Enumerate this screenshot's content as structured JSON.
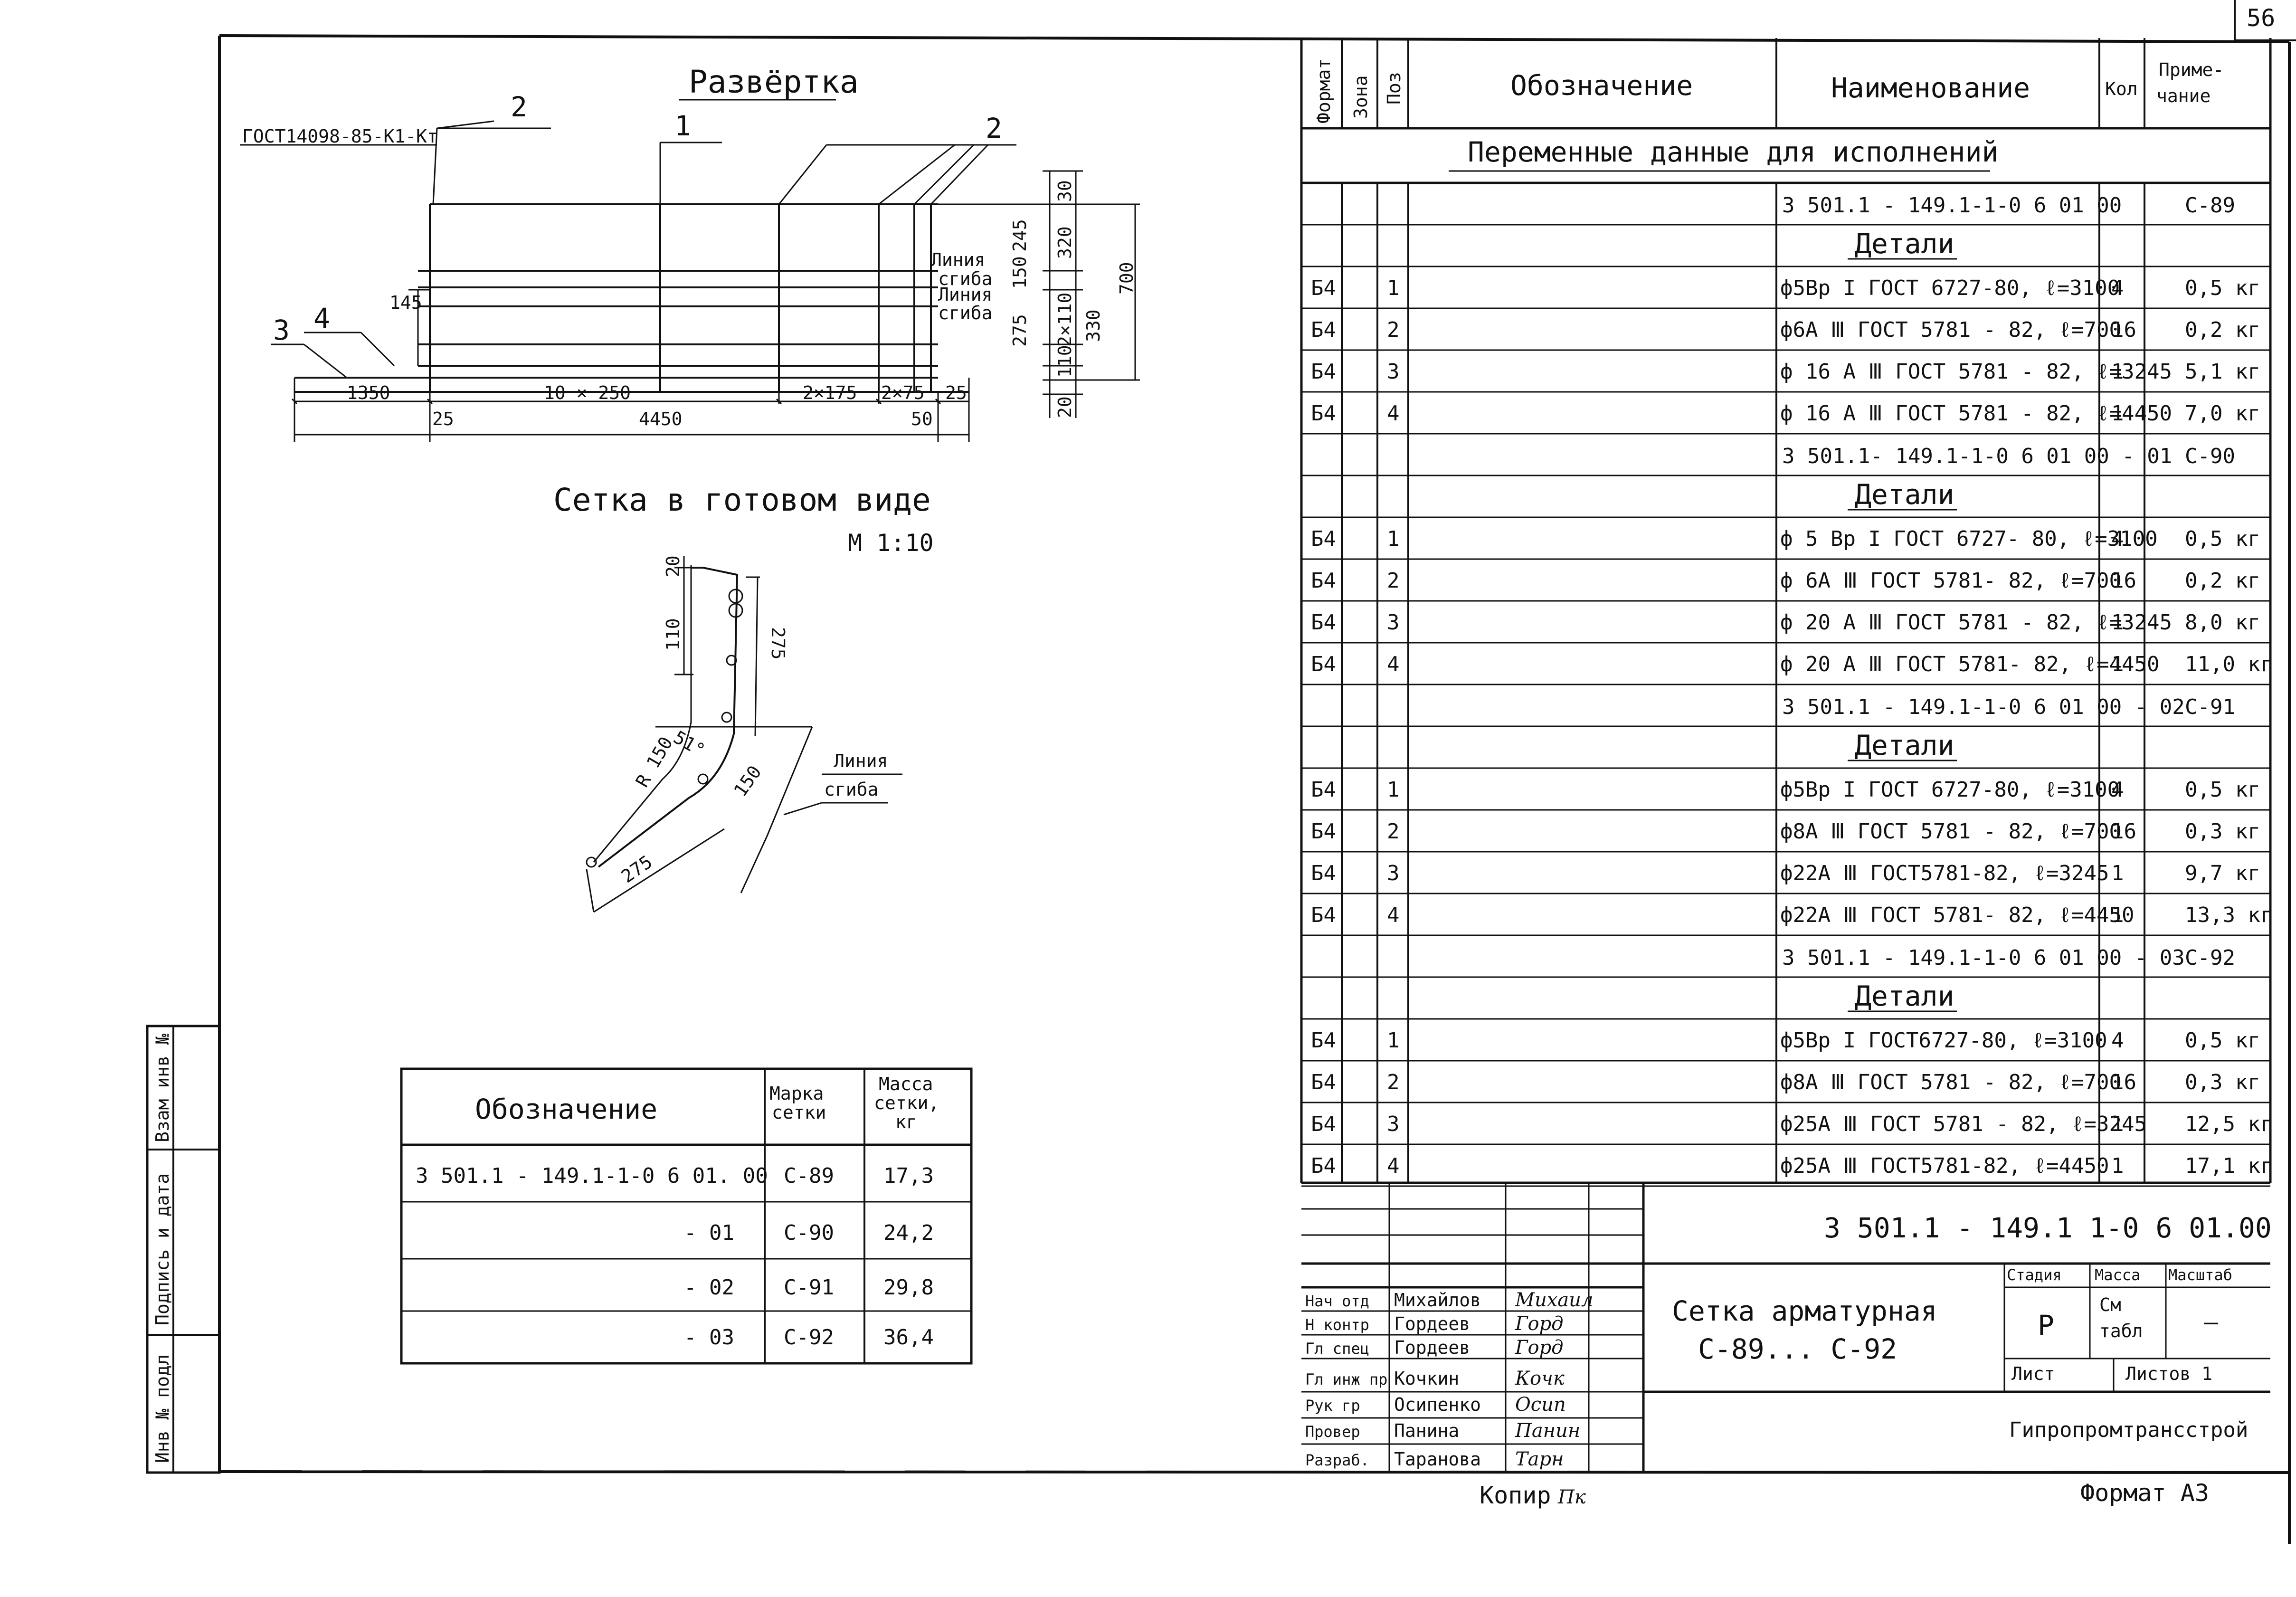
{
  "page_number": "56",
  "unfold": {
    "title": "Развёртка",
    "gost": "ГОСТ14098-85-К1-Кт",
    "callouts": [
      "1",
      "2",
      "2",
      "3",
      "4"
    ],
    "bend_line_1": [
      "Линия",
      "сгиба"
    ],
    "bend_line_2": [
      "Линия",
      "сгиба"
    ],
    "dim_145": "145",
    "bottom_dims": {
      "d1350": "1350",
      "d10x250": "10 × 250",
      "d2x175": "2×175",
      "d2x75": "2×75",
      "d25r": "25",
      "d25l": "25",
      "d4450": "4450",
      "d50": "50"
    },
    "right_dims": {
      "d30": "30",
      "d245": "245",
      "d150": "150",
      "d275": "275",
      "d320": "320",
      "d2x110": "2×110",
      "d330": "330",
      "d110": "110",
      "d20": "20",
      "d700": "700"
    }
  },
  "ready": {
    "title": "Сетка в готовом виде",
    "scale": "М 1:10",
    "dims": {
      "d20": "20",
      "d110": "110",
      "d275a": "275",
      "d51": "51°",
      "d150r": "R 150",
      "d150": "150",
      "d275b": "275"
    },
    "bend_line": [
      "Линия",
      "сгиба"
    ]
  },
  "mass_table": {
    "headers": [
      "Обозначение",
      [
        "Марка",
        "сетки"
      ],
      [
        "Масса",
        "сетки,",
        "кг"
      ]
    ],
    "rows": [
      {
        "designation": "3 501.1 - 149.1-1-0 6 01. 00",
        "mark": "С-89",
        "mass": "17,3"
      },
      {
        "designation": "- 01",
        "mark": "С-90",
        "mass": "24,2"
      },
      {
        "designation": "- 02",
        "mark": "С-91",
        "mass": "29,8"
      },
      {
        "designation": "- 03",
        "mark": "С-92",
        "mass": "36,4"
      }
    ]
  },
  "spec": {
    "headers": {
      "format": "Формат",
      "zone": "Зона",
      "pos": "Поз",
      "designation": "Обозначение",
      "name": "Наименование",
      "qty": "Кол",
      "note": [
        "Приме-",
        "чание"
      ]
    },
    "variable_title": "Переменные данные для исполнений",
    "groups": [
      {
        "code": "3 501.1 - 149.1-1-0 6 01 00",
        "mark": "С-89",
        "details": "Детали",
        "items": [
          {
            "f": "Б4",
            "p": "1",
            "name": "ф5Вр I ГОСТ 6727-80, ℓ=3100",
            "q": "4",
            "m": "0,5 кг"
          },
          {
            "f": "Б4",
            "p": "2",
            "name": "ф6А Ⅲ ГОСТ 5781 - 82, ℓ=700",
            "q": "16",
            "m": "0,2 кг"
          },
          {
            "f": "Б4",
            "p": "3",
            "name": "ф 16 А Ⅲ ГОСТ 5781 - 82, ℓ=3245",
            "q": "1",
            "m": "5,1 кг"
          },
          {
            "f": "Б4",
            "p": "4",
            "name": "ф 16 А Ⅲ ГОСТ 5781 - 82, ℓ=4450",
            "q": "1",
            "m": "7,0 кг"
          }
        ]
      },
      {
        "code": "3 501.1- 149.1-1-0 6 01 00 - 01",
        "mark": "С-90",
        "details": "Детали",
        "items": [
          {
            "f": "Б4",
            "p": "1",
            "name": "ф 5 Вр I ГОСТ 6727- 80, ℓ=3100",
            "q": "4",
            "m": "0,5 кг"
          },
          {
            "f": "Б4",
            "p": "2",
            "name": "ф 6А Ⅲ ГОСТ 5781- 82, ℓ=700",
            "q": "16",
            "m": "0,2 кг"
          },
          {
            "f": "Б4",
            "p": "3",
            "name": "ф 20 А Ⅲ ГОСТ 5781 - 82, ℓ=3245",
            "q": "1",
            "m": "8,0 кг"
          },
          {
            "f": "Б4",
            "p": "4",
            "name": "ф 20 А Ⅲ ГОСТ 5781- 82, ℓ=4450",
            "q": "1",
            "m": "11,0 кг"
          }
        ]
      },
      {
        "code": "3 501.1 - 149.1-1-0 6 01 00 - 02",
        "mark": "С-91",
        "details": "Детали",
        "items": [
          {
            "f": "Б4",
            "p": "1",
            "name": "ф5Вр I ГОСТ 6727-80, ℓ=3100",
            "q": "4",
            "m": "0,5 кг"
          },
          {
            "f": "Б4",
            "p": "2",
            "name": "ф8А Ⅲ ГОСТ 5781 - 82, ℓ=700",
            "q": "16",
            "m": "0,3 кг"
          },
          {
            "f": "Б4",
            "p": "3",
            "name": "ф22А Ⅲ ГОСТ5781-82, ℓ=3245",
            "q": "1",
            "m": "9,7 кг"
          },
          {
            "f": "Б4",
            "p": "4",
            "name": "ф22А Ⅲ ГОСТ 5781- 82, ℓ=4450",
            "q": "1",
            "m": "13,3 кг"
          }
        ]
      },
      {
        "code": "3 501.1 - 149.1-1-0 6 01 00 - 03",
        "mark": "С-92",
        "details": "Детали",
        "items": [
          {
            "f": "Б4",
            "p": "1",
            "name": "ф5Вр I ГОСТ6727-80, ℓ=3100",
            "q": "4",
            "m": "0,5 кг"
          },
          {
            "f": "Б4",
            "p": "2",
            "name": "ф8А Ⅲ ГОСТ 5781 - 82, ℓ=700",
            "q": "16",
            "m": "0,3 кг"
          },
          {
            "f": "Б4",
            "p": "3",
            "name": "ф25А Ⅲ ГОСТ 5781 - 82, ℓ=3245",
            "q": "1",
            "m": "12,5 кг"
          },
          {
            "f": "Б4",
            "p": "4",
            "name": "ф25А Ⅲ ГОСТ5781-82, ℓ=4450",
            "q": "1",
            "m": "17,1 кг"
          }
        ]
      }
    ]
  },
  "title_block": {
    "document_code": "3 501.1 - 149.1 1-0 6 01.00",
    "title": [
      "Сетка арматурная",
      "С-89... С-92"
    ],
    "stage_label": "Стадия",
    "stage": "Р",
    "mass_label": "Масса",
    "mass_value": [
      "См",
      "табл"
    ],
    "scale_label": "Масштаб",
    "scale_value": "—",
    "sheet_label": "Лист",
    "sheets_label": "Листов 1",
    "organization": "Гипропромтрансстрой",
    "staff": [
      {
        "role": "Нач отд",
        "name": "Михайлов",
        "sign": "Михаил"
      },
      {
        "role": "Н контр",
        "name": "Гордеев",
        "sign": "Горд"
      },
      {
        "role": "Гл спец",
        "name": "Гордеев",
        "sign": "Горд"
      },
      {
        "role": "Гл инж пр",
        "name": "Кочкин",
        "sign": "Кочк"
      },
      {
        "role": "Рук гр",
        "name": "Осипенко",
        "sign": "Осип"
      },
      {
        "role": "Провер",
        "name": "Панина",
        "sign": "Панин"
      },
      {
        "role": "Разраб.",
        "name": "Таранова",
        "sign": "Тарн"
      }
    ],
    "copied": "Копир",
    "copied_sign": "Пк",
    "format": "Формат А3"
  },
  "side_stamp": [
    "Инв № подл",
    "Подпись и дата",
    "Взам инв №"
  ]
}
